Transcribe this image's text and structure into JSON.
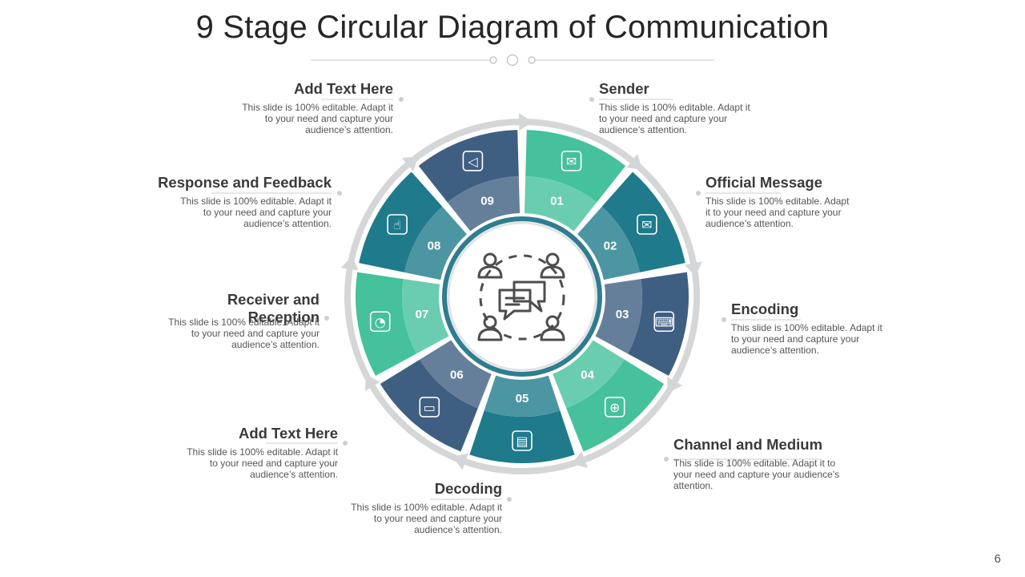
{
  "title": "9 Stage Circular Diagram of Communication",
  "page_number": "6",
  "colors": {
    "teal_dark": "#1f7a8c",
    "navy": "#3f5f82",
    "green": "#45c19c",
    "arrow_grey": "#d4d6d8",
    "ring_grey": "#dfe3e6"
  },
  "segments": [
    {
      "number": "01",
      "icon": "mail-network-icon",
      "color": "green"
    },
    {
      "number": "02",
      "icon": "envelope-document-icon",
      "color": "teal_dark"
    },
    {
      "number": "03",
      "icon": "code-monitor-icon",
      "color": "navy"
    },
    {
      "number": "04",
      "icon": "globe-network-icon",
      "color": "green"
    },
    {
      "number": "05",
      "icon": "document-lines-icon",
      "color": "teal_dark"
    },
    {
      "number": "06",
      "icon": "chat-bubbles-icon",
      "color": "navy"
    },
    {
      "number": "07",
      "icon": "satellite-dish-icon",
      "color": "green"
    },
    {
      "number": "08",
      "icon": "idea-thumbs-up-icon",
      "color": "teal_dark"
    },
    {
      "number": "09",
      "icon": "megaphone-icon",
      "color": "navy"
    }
  ],
  "center_icon": "people-conversation-icon",
  "labels": [
    {
      "heading": "Sender",
      "body": "This slide is 100% editable. Adapt it to your need and capture your audience’s attention."
    },
    {
      "heading": "Official Message",
      "body": "This slide is 100% editable. Adapt it to your need and capture your audience’s attention."
    },
    {
      "heading": "Encoding",
      "body": "This slide is 100% editable. Adapt it to your need and capture your audience’s attention."
    },
    {
      "heading": "Channel and Medium",
      "body": "This slide is 100% editable. Adapt it to your need and capture your audience’s attention."
    },
    {
      "heading": "Decoding",
      "body": "This slide is 100% editable. Adapt it to your need and capture your audience’s attention."
    },
    {
      "heading": "Add Text Here",
      "body": "This slide is 100% editable. Adapt it to your need and capture your audience’s attention."
    },
    {
      "heading": "Receiver and Reception",
      "body": "This slide is 100% editable. Adapt it to your need and capture your audience’s attention."
    },
    {
      "heading": "Response and Feedback",
      "body": "This slide is 100% editable. Adapt it to your need and capture your audience’s attention."
    },
    {
      "heading": "Add Text Here",
      "body": "This slide is 100% editable. Adapt it to your need and capture your audience’s attention."
    }
  ]
}
